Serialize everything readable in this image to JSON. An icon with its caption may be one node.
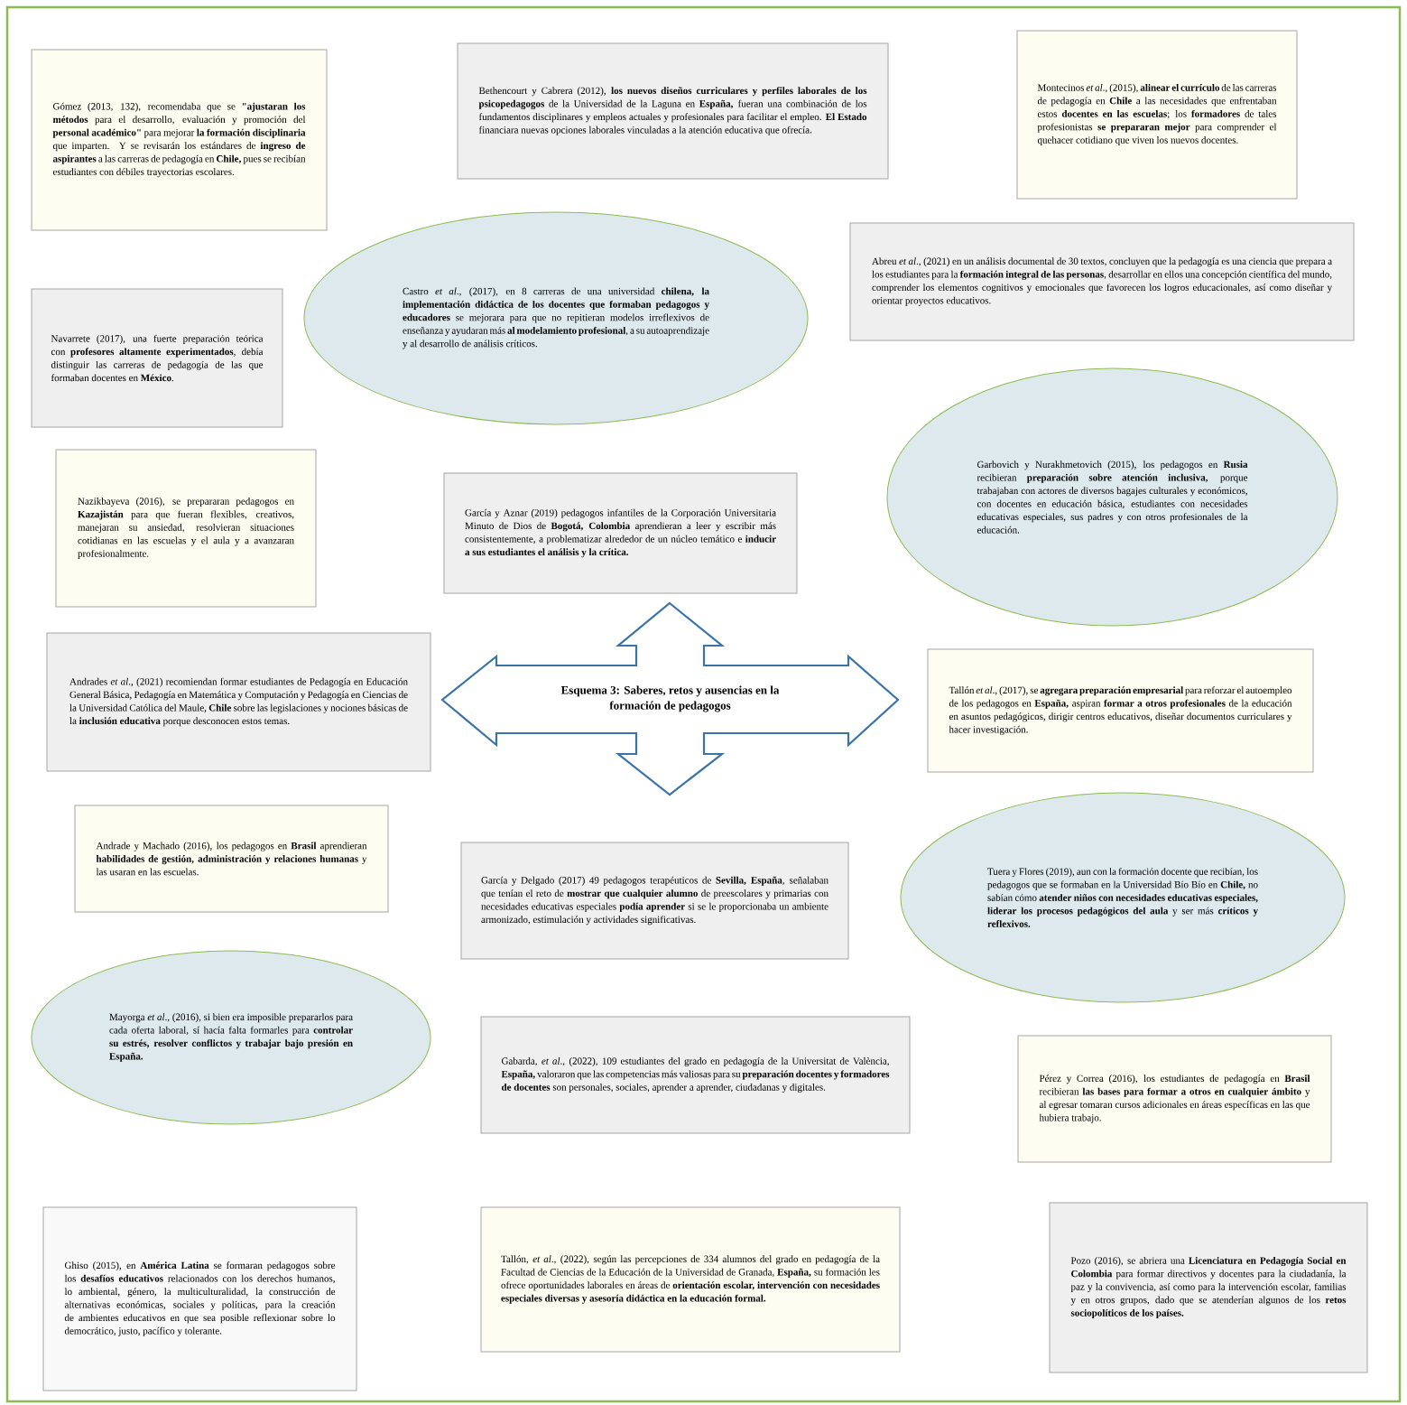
{
  "diagram": {
    "nodes": [
      {
        "text": [
          "Gómez (2013, 132), recomendaba que se **\"ajustaran los métodos** para el desarrollo, evaluación y promoción del **personal académico\"** para mejorar **la formación disciplinaria** que imparten. Y se revisarán los estándares de **ingreso de aspirantes** a las carreras de pedagogía en **Chile,** pues se recibían estudiantes con débiles trayectorias escolares."
        ]
      },
      {
        "text": [
          "Bethencourt y Cabrera (2012), **los nuevos diseños curriculares y perfiles laborales de los psicopedagogos** de la Universidad de la Laguna en **España,** fueran una combinación de los fundamentos disciplinares y empleos actuales y profesionales para facilitar el empleo. **El Estado** financiara nuevas opciones laborales vinculadas a la atención educativa que ofrecía."
        ]
      },
      {
        "text": [
          "Montecinos *et al*., (2015), **alinear el currículo** de las carreras de pedagogía en **Chile** a las necesidades que enfrentaban estos **docentes en las escuelas**; los **formadores** de tales profesionistas **se prepararan mejor** para comprender el quehacer cotidiano que viven los nuevos docentes."
        ]
      },
      {
        "text": [
          "Castro *et al*., (2017), en 8 carreras de una universidad **chilena, la implementación didáctica de los docentes que formaban pedagogos y educadores** se mejorara para que no repitieran modelos irreflexivos de enseñanza y ayudaran más **al modelamiento profesional**, a su autoaprendizaje y al desarrollo de análisis críticos."
        ]
      },
      {
        "text": [
          "Abreu *et al*., (2021) en un análisis documental de 30 textos, concluyen que la pedagogía es una ciencia que prepara a los estudiantes para la **formación integral de las personas**, desarrollar en ellos una concepción científica del mundo, comprender los elementos cognitivos y emocionales que favorecen los logros educacionales, así como diseñar y orientar proyectos educativos."
        ]
      },
      {
        "text": [
          "Navarrete (2017), una fuerte preparación teórica con **profesores altamente experimentados**, debía distinguir las carreras de pedagogía de las que formaban docentes en **México**."
        ]
      },
      {
        "text": [
          "Garbovich y Nurakhmetovich (2015), los pedagogos en **Rusia** recibieran **preparación sobre atención inclusiva,** porque trabajaban con actores de diversos bagajes culturales y económicos, con docentes en educación básica, estudiantes con necesidades educativas especiales, sus padres y con otros profesionales de la educación."
        ]
      },
      {
        "text": [
          "Nazikbayeva (2016), se prepararan pedagogos en **Kazajistán** para que fueran flexibles, creativos, manejaran su ansiedad, resolvieran situaciones cotidianas en las escuelas y el aula y a avanzaran profesionalmente."
        ]
      },
      {
        "text": [
          "García y Aznar (2019) pedagogos infantiles de la Corporación Universitaria Minuto de Dios de **Bogotá, Colombia** aprendieran a leer y escribir más consistentemente, a problematizar alrededor de un núcleo temático e **inducir a sus estudiantes el análisis y la crítica.**"
        ]
      },
      {
        "text": [
          "Esquema 3: Saberes, retos y ausencias en la formación de pedagogos"
        ]
      },
      {
        "text": [
          "Andrades *et al*., (2021) recomiendan formar estudiantes de Pedagogía en Educación General Básica, Pedagogía en Matemática y Computación y Pedagogía en Ciencias de la Universidad Católica del Maule, **Chile** sobre las legislaciones y nociones básicas de la **inclusión educativa** porque desconocen estos temas."
        ]
      },
      {
        "text": [
          "Tallón *et al*., (2017), se **agregara preparación empresarial** para reforzar el autoempleo de los pedagogos en **España,** aspiran **formar a otros profesionales** de la educación en asuntos pedagógicos, dirigir centros educativos, diseñar documentos curriculares y hacer investigación."
        ]
      },
      {
        "text": [
          "Andrade y Machado (2016), los pedagogos en **Brasil** aprendieran **habilidades de gestión, administración y relaciones humanas** y las usaran en las escuelas."
        ]
      },
      {
        "text": [
          "García y Delgado (2017) 49 pedagogos terapéuticos de **Sevilla, España**, señalaban que tenían el reto de **mostrar que cualquier alumno** de preescolares y primarias con necesidades educativas especiales **podía aprender** si se le proporcionaba un ambiente armonizado, estimulación y actividades significativas."
        ]
      },
      {
        "text": [
          "Tuera y Flores (2019), aun con la formación docente que recibían, los pedagogos que se formaban en la Universidad Bío Bío en **Chile,** no sabían cómo **atender niños con necesidades educativas especiales, liderar los procesos pedagógicos del aula** y ser más **críticos y reflexivos.**"
        ]
      },
      {
        "text": [
          "Mayorga *et al*., (2016), si bien era imposible prepararlos para cada oferta laboral, sí hacía falta formarles para **controlar su estrés, resolver conflictos y trabajar bajo presión en España.**"
        ]
      },
      {
        "text": [
          "Gabarda, *et al*., (2022), 109 estudiantes del grado en pedagogía de la Universitat de València, **España,** valoraron que las competencias más valiosas para su **preparación docentes y formadores de docentes** son personales, sociales, aprender a aprender, ciudadanas y digitales."
        ]
      },
      {
        "text": [
          "Pérez y Correa (2016), los estudiantes de pedagogía en **Brasil** recibieran **las bases para formar a otros en cualquier ámbito** y al egresar tomaran cursos adicionales en áreas específicas en las que hubiera trabajo."
        ]
      },
      {
        "text": [
          "Ghiso (2015), en **América Latina** se formaran pedagogos sobre los **desafíos educativos** relacionados con los derechos humanos, lo ambiental, género, la multiculturalidad, la construcción de alternativas económicas, sociales y políticas, para la creación de ambientes educativos en que sea posible reflexionar sobre lo democrático, justo, pacífico y tolerante."
        ]
      },
      {
        "text": [
          "Tallón, *et al*., (2022), según las percepciones de 334 alumnos del grado en pedagogía de la Facultad de Ciencias de la Educación de la Universidad de Granada, **España,** su formación les ofrece oportunidades laborales en áreas de **orientación escolar, intervención con necesidades especiales diversas y asesoría didáctica en la educación formal.**"
        ]
      },
      {
        "text": [
          "Pozo (2016), se abriera una **Licenciatura en Pedagogía Social en Colombia** para formar directivos y docentes para la ciudadanía, la paz y la convivencia, así como para la intervención escolar, familias y en otros grupos, dado que se atenderían algunos de los **retos sociopolíticos de los países.**"
        ]
      }
    ]
  }
}
